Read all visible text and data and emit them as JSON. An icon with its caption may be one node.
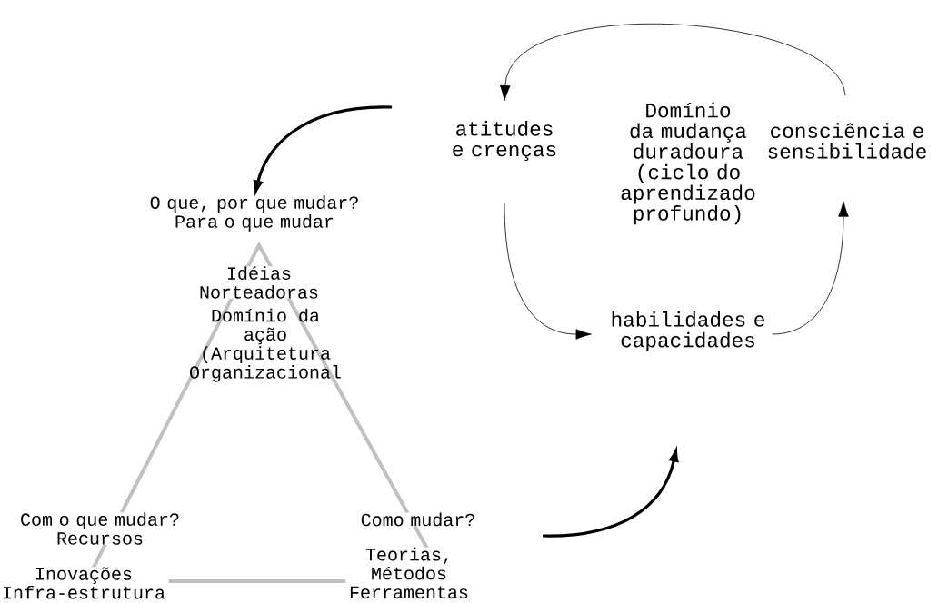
{
  "diagram": {
    "nodes": [
      {
        "text": [
          "O que, por que mudar? Para o que mudar"
        ]
      },
      {
        "text": [
          "Domínio da ação (Arquitetura Organizacional"
        ]
      },
      {
        "text": [
          "atitudes e crenças"
        ]
      },
      {
        "text": [
          "consciência e sensibilidade"
        ]
      },
      {
        "text": [
          "habilidades e capacidades"
        ]
      }
    ],
    "edges": [
      {
        "from": 2,
        "to": 0,
        "arrow": "to",
        "style": "thick"
      },
      {
        "from": 3,
        "to": 2,
        "arrow": "to"
      },
      {
        "from": 2,
        "to": 4,
        "arrow": "to"
      },
      {
        "from": 4,
        "to": 3,
        "arrow": "to"
      }
    ],
    "labels": [
      "Idéias Norteadoras",
      "Com o que mudar? Recursos",
      "Inovações Infra-estrutura",
      "Como mudar?",
      "Teorias, Métodos Ferramentas",
      "Domínio da mudança duradoura (ciclo do aprendizado profundo)"
    ]
  }
}
